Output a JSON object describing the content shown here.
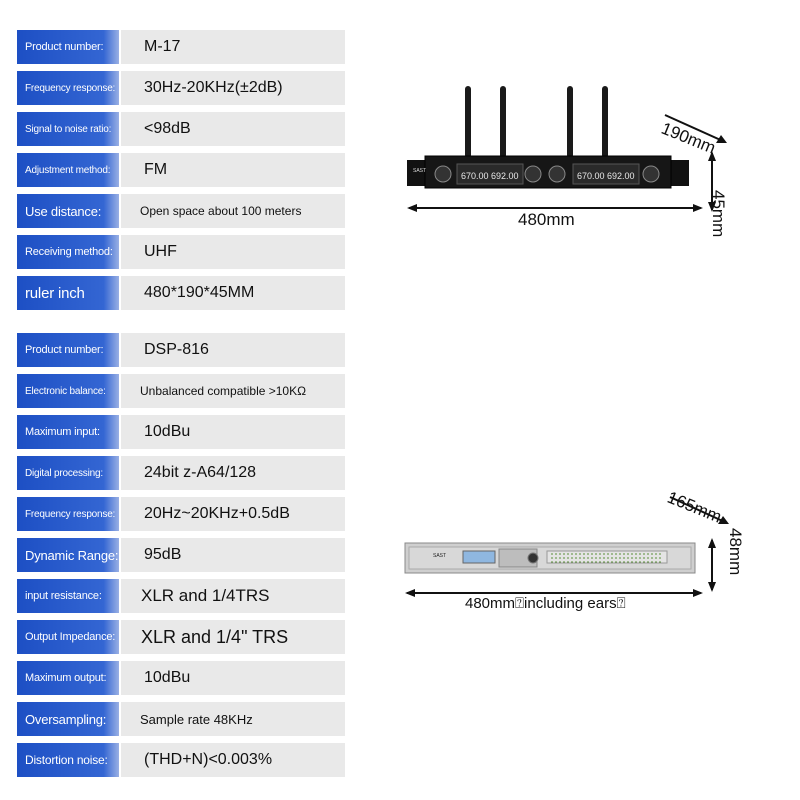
{
  "table1": [
    {
      "label": "Product number:",
      "value": "M-17"
    },
    {
      "label": "Frequency response:",
      "value": "30Hz-20KHz(±2dB)"
    },
    {
      "label": "Signal to noise ratio:",
      "value": "<98dB"
    },
    {
      "label": "Adjustment method:",
      "value": "FM"
    },
    {
      "label": "Use distance:",
      "value": "Open space about 100 meters"
    },
    {
      "label": "Receiving method:",
      "value": "UHF"
    },
    {
      "label": "ruler inch",
      "value": "480*190*45MM"
    }
  ],
  "table2": [
    {
      "label": "Product number:",
      "value": "DSP-816"
    },
    {
      "label": "Electronic balance:",
      "value": "Unbalanced compatible >10KΩ"
    },
    {
      "label": "Maximum input:",
      "value": "10dBu"
    },
    {
      "label": "Digital processing:",
      "value": "24bit z-A64/128"
    },
    {
      "label": "Frequency response:",
      "value": "20Hz~20KHz+0.5dB"
    },
    {
      "label": "Dynamic Range:",
      "value": "95dB"
    },
    {
      "label": "input resistance:",
      "value": "XLR and 1/4TRS"
    },
    {
      "label": "Output Impedance:",
      "value": "XLR and 1/4\" TRS"
    },
    {
      "label": "Maximum output:",
      "value": "10dBu"
    },
    {
      "label": "Oversampling:",
      "value": "Sample rate 48KHz"
    },
    {
      "label": "Distortion noise:",
      "value": "(THD+N)<0.003%"
    }
  ],
  "receiver": {
    "width_label": "480mm",
    "depth_label": "190mm",
    "height_label": "45mm",
    "display_left": "670.00  692.00",
    "display_right": "670.00  692.00",
    "brand": "SAST"
  },
  "processor": {
    "width_label": "480mm⍰including ears⍰",
    "depth_label": "165mm",
    "height_label": "48mm",
    "brand": "SAST"
  }
}
